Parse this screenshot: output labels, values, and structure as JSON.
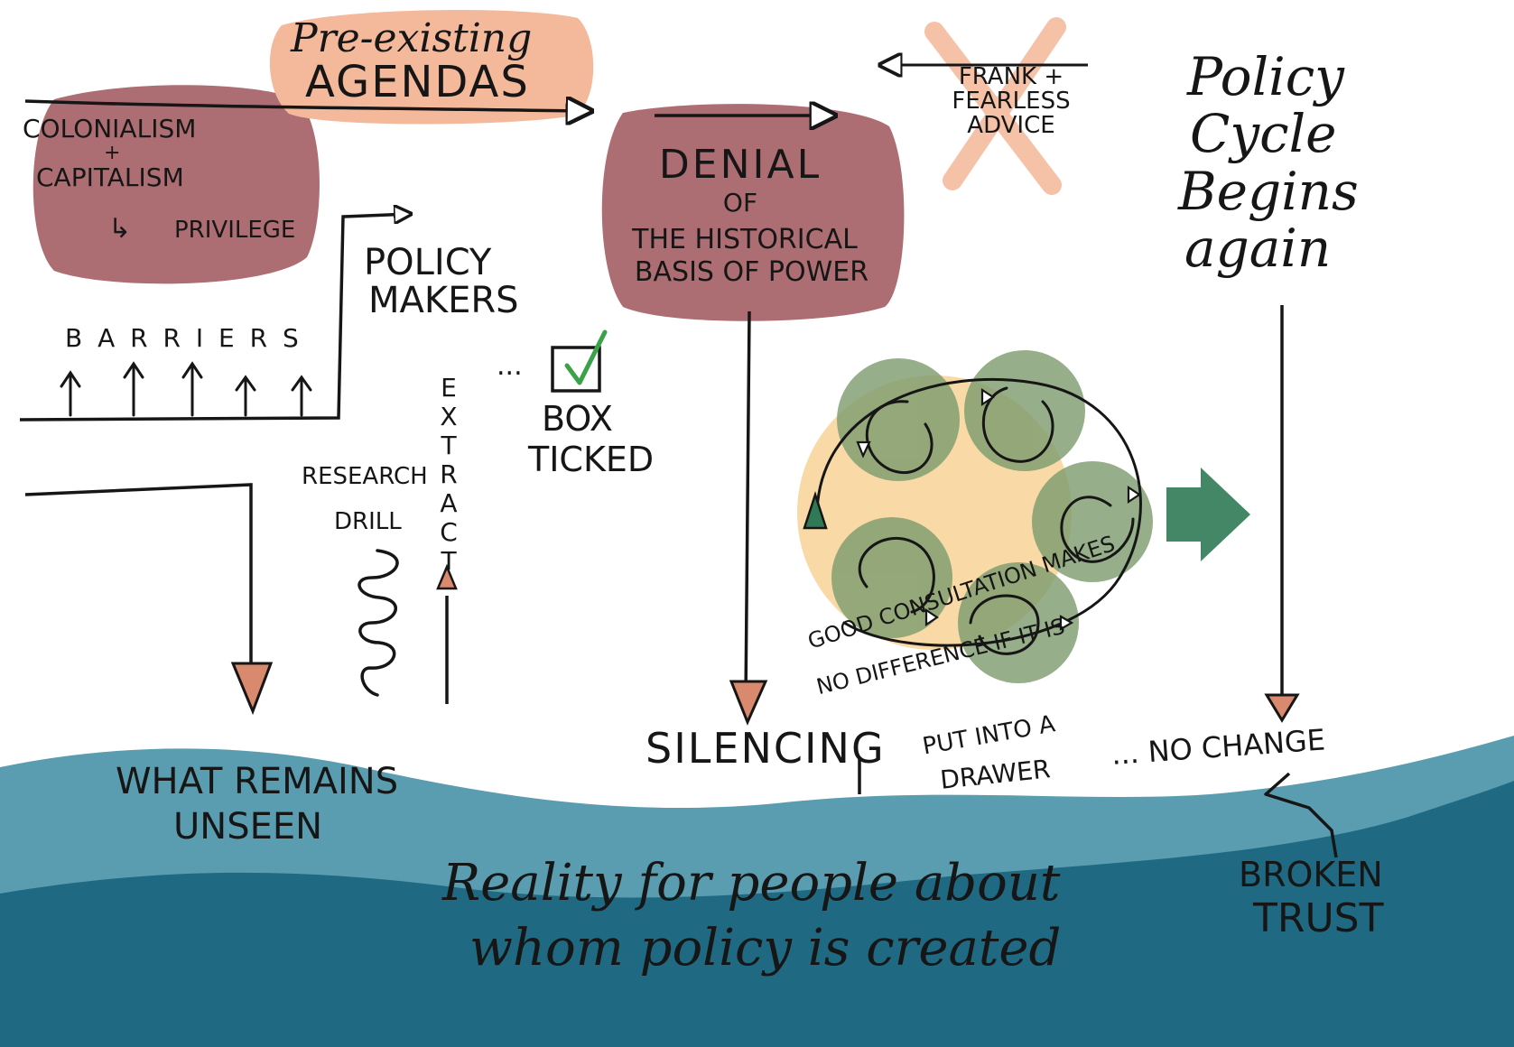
{
  "labels": {
    "pre_existing": "Pre-existing",
    "agendas": "AGENDAS",
    "colonialism": "COLONIALISM",
    "plus": "+",
    "capitalism": "CAPITALISM",
    "privilege": "PRIVILEGE",
    "policy_makers_1": "POLICY",
    "policy_makers_2": "MAKERS",
    "barriers": "B A R R I E R S",
    "denial_1": "DENIAL",
    "denial_2": "OF",
    "denial_3": "THE HISTORICAL",
    "denial_4": "BASIS OF POWER",
    "frank_1": "FRANK +",
    "frank_2": "FEARLESS",
    "frank_3": "ADVICE",
    "policy_cycle_1": "Policy",
    "policy_cycle_2": "Cycle",
    "policy_cycle_3": "Begins",
    "policy_cycle_4": "again",
    "ellipsis_box": "...",
    "box_1": "BOX",
    "box_2": "TICKED",
    "research": "RESEARCH",
    "drill": "DRILL",
    "extract": "EXTRACT",
    "silencing": "SILENCING",
    "consult_1": "GOOD CONSULTATION MAKES",
    "consult_2": "NO DIFFERENCE IF IT IS",
    "consult_3": "PUT INTO A",
    "consult_4": "DRAWER",
    "no_change": "... NO CHANGE",
    "what_remains_1": "WHAT REMAINS",
    "what_remains_2": "UNSEEN",
    "reality_1": "Reality for people about",
    "reality_2": "whom policy is created",
    "broken_1": "BROKEN",
    "broken_2": "TRUST"
  },
  "icons": [
    "checkbox-icon",
    "check-mark-icon",
    "cross-icon",
    "cycle-arrow-icon",
    "spiral-drill-icon"
  ],
  "colors": {
    "maroon": "#a25a60",
    "peach": "#f4b89a",
    "sand": "#f9d9a6",
    "green": "#7f9d70",
    "dark_green": "#2f7a55",
    "sea_light": "#4f93a6",
    "sea_dark": "#1f6a82",
    "arrowhead": "#d98a6e",
    "check_green": "#3ca24a",
    "ink": "#161616"
  }
}
